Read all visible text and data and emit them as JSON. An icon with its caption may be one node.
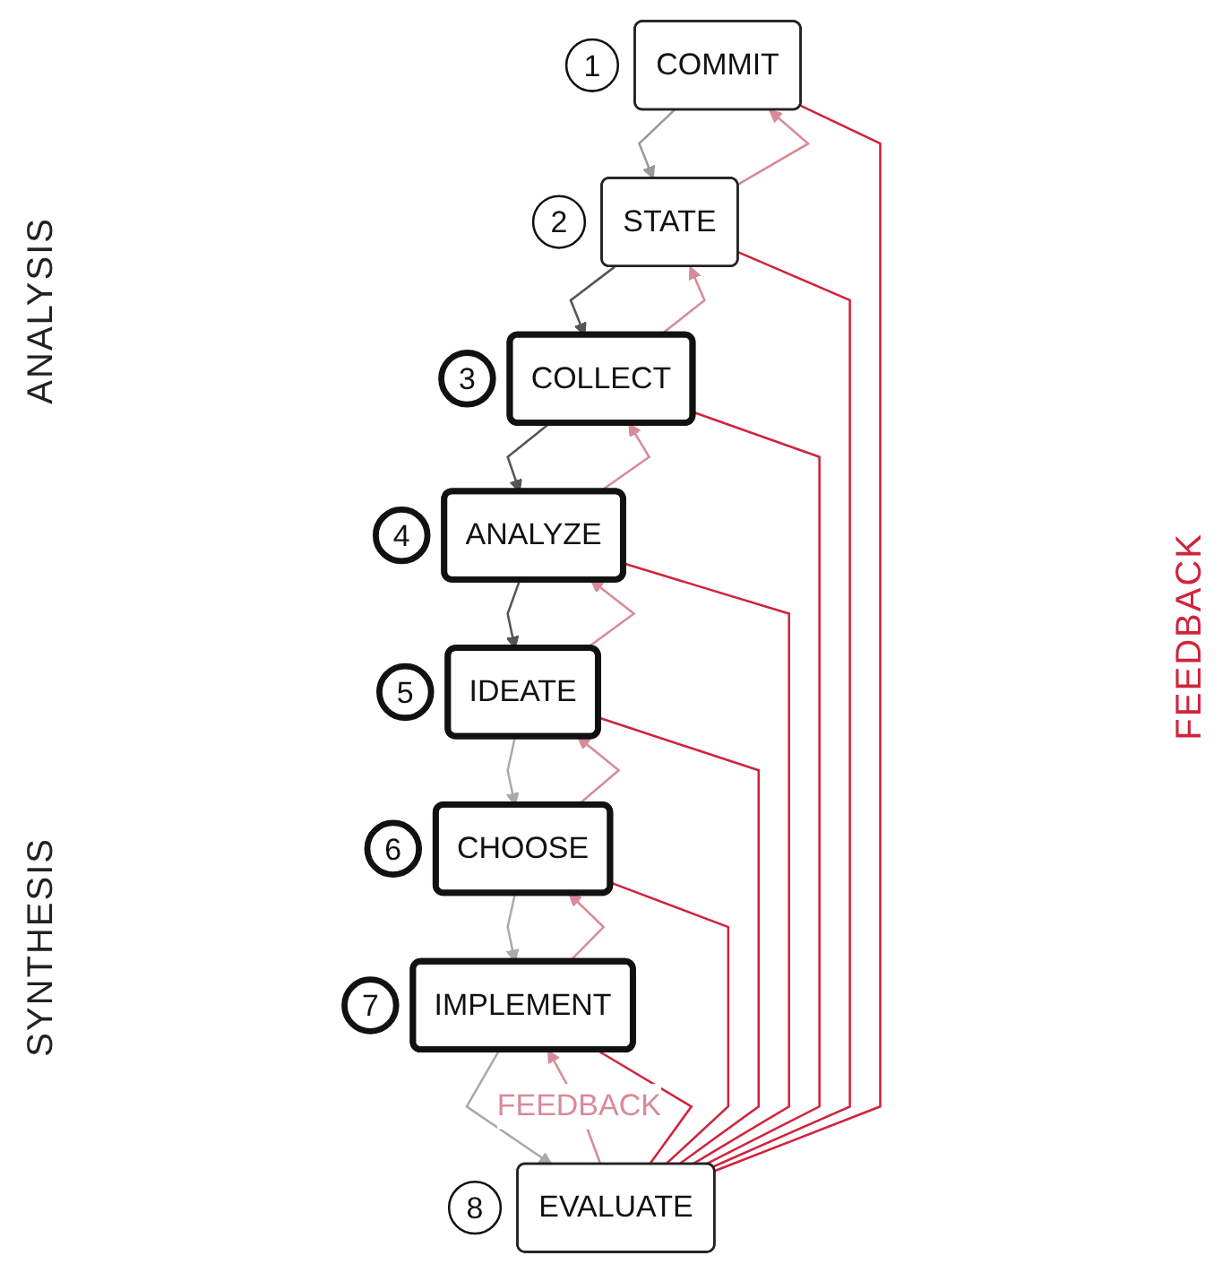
{
  "diagram": {
    "nodes": [
      {
        "text": [
          "COMMIT"
        ],
        "beside": [
          "1"
        ]
      },
      {
        "text": [
          "STATE"
        ],
        "beside": [
          "2"
        ]
      },
      {
        "text": [
          "COLLECT"
        ],
        "beside": [
          "3"
        ]
      },
      {
        "text": [
          "ANALYZE"
        ],
        "beside": [
          "4"
        ]
      },
      {
        "text": [
          "IDEATE"
        ],
        "beside": [
          "5"
        ]
      },
      {
        "text": [
          "CHOOSE"
        ],
        "beside": [
          "6"
        ]
      },
      {
        "text": [
          "IMPLEMENT"
        ],
        "beside": [
          "7"
        ]
      },
      {
        "text": [
          "EVALUATE"
        ],
        "beside": [
          "8"
        ]
      }
    ],
    "edges": [
      {
        "from": 0,
        "to": 1,
        "arrow": "to",
        "color": "#999999"
      },
      {
        "from": 1,
        "to": 0,
        "arrow": "to",
        "color": "#d98a98"
      },
      {
        "from": 1,
        "to": 2,
        "arrow": "to",
        "color": "#555555"
      },
      {
        "from": 2,
        "to": 1,
        "arrow": "to",
        "color": "#d98a98"
      },
      {
        "from": 2,
        "to": 3,
        "arrow": "to",
        "color": "#555555"
      },
      {
        "from": 3,
        "to": 2,
        "arrow": "to",
        "color": "#d98a98"
      },
      {
        "from": 3,
        "to": 4,
        "arrow": "to",
        "color": "#555555"
      },
      {
        "from": 4,
        "to": 3,
        "arrow": "to",
        "color": "#d98a98"
      },
      {
        "from": 4,
        "to": 5,
        "arrow": "to",
        "color": "#aaaaaa"
      },
      {
        "from": 5,
        "to": 4,
        "arrow": "to",
        "color": "#d98a98"
      },
      {
        "from": 5,
        "to": 6,
        "arrow": "to",
        "color": "#aaaaaa"
      },
      {
        "from": 6,
        "to": 5,
        "arrow": "to",
        "color": "#d98a98"
      },
      {
        "from": 6,
        "to": 7,
        "arrow": "to",
        "color": "#aaaaaa"
      },
      {
        "from": 7,
        "to": 6,
        "arrow": "to",
        "label": "FEEDBACK",
        "color": "#d98a98"
      },
      {
        "from": 7,
        "to": 0,
        "arrow": "none",
        "color": "#d0243c"
      },
      {
        "from": 7,
        "to": 1,
        "arrow": "none",
        "color": "#d0243c"
      },
      {
        "from": 7,
        "to": 2,
        "arrow": "none",
        "color": "#d0243c"
      },
      {
        "from": 7,
        "to": 3,
        "arrow": "none",
        "color": "#d0243c"
      },
      {
        "from": 7,
        "to": 4,
        "arrow": "none",
        "color": "#d0243c"
      },
      {
        "from": 7,
        "to": 5,
        "arrow": "none",
        "color": "#d0243c"
      },
      {
        "from": 7,
        "to": 6,
        "arrow": "none",
        "color": "#d0243c"
      }
    ],
    "labels": [
      "ANALYSIS",
      "SYNTHESIS",
      "FEEDBACK"
    ]
  }
}
